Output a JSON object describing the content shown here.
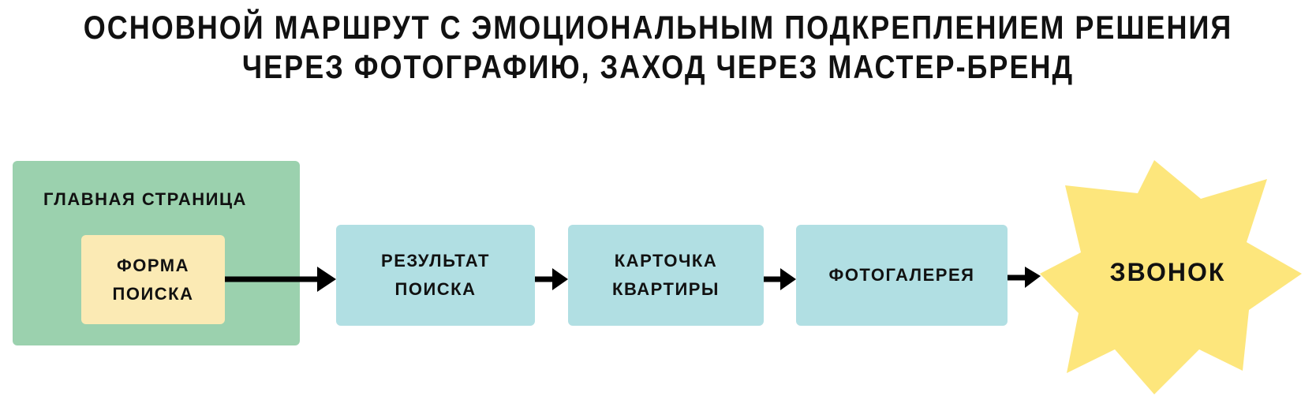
{
  "title": {
    "line1": "ОСНОВНОЙ МАРШРУТ С ЭМОЦИОНАЛЬНЫМ ПОДКРЕПЛЕНИЕМ РЕШЕНИЯ",
    "line2": "ЧЕРЕЗ ФОТОГРАФИЮ, ЗАХОД ЧЕРЕЗ МАСТЕР-БРЕНД"
  },
  "nodes": {
    "home": "ГЛАВНАЯ СТРАНИЦА",
    "search_form": "ФОРМА\nПОИСКА",
    "search_result": "РЕЗУЛЬТАТ\nПОИСКА",
    "apartment_card": "КАРТОЧКА\nКВАРТИРЫ",
    "gallery": "ФОТОГАЛЕРЕЯ",
    "call": "ЗВОНОК"
  },
  "colors": {
    "home": "#9bd1ae",
    "form": "#fbeab4",
    "step": "#b1dfe3",
    "goal": "#fde67c"
  }
}
